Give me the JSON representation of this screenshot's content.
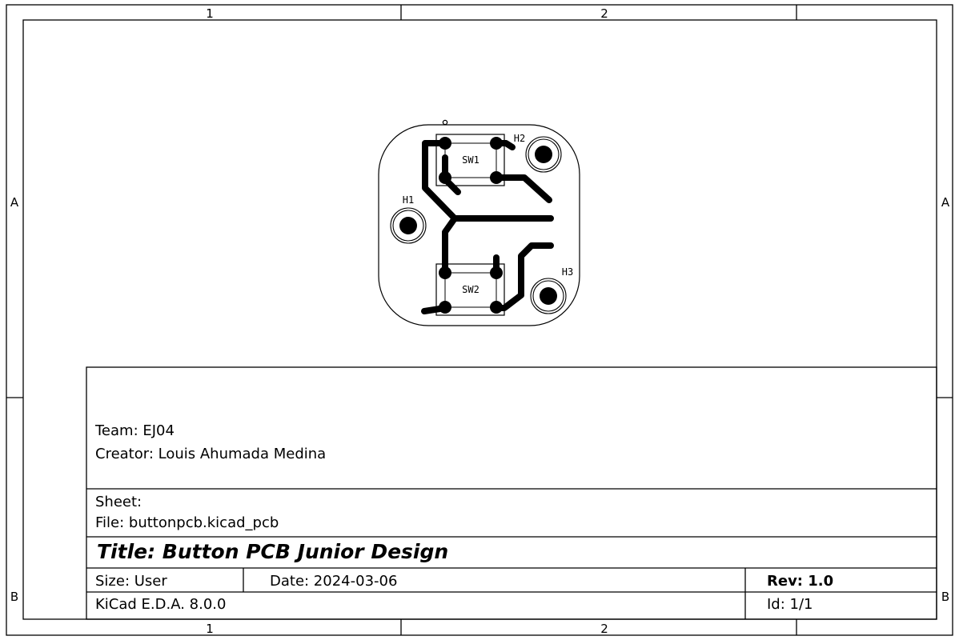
{
  "frame": {
    "col_labels": [
      "1",
      "2"
    ],
    "row_labels": [
      "A",
      "B"
    ]
  },
  "board": {
    "components": {
      "sw1": "SW1",
      "sw2": "SW2",
      "h1": "H1",
      "h2": "H2",
      "h3": "H3"
    }
  },
  "title_block": {
    "team": "Team: EJ04",
    "creator": "Creator: Louis Ahumada Medina",
    "sheet": "Sheet:",
    "file": "File: buttonpcb.kicad_pcb",
    "title": "Title: Button PCB Junior Design",
    "size": "Size: User",
    "date": "Date: 2024-03-06",
    "rev": "Rev: 1.0",
    "tool": "KiCad E.D.A. 8.0.0",
    "id": "Id: 1/1"
  },
  "colors": {
    "ink": "#000000",
    "background": "#ffffff"
  }
}
